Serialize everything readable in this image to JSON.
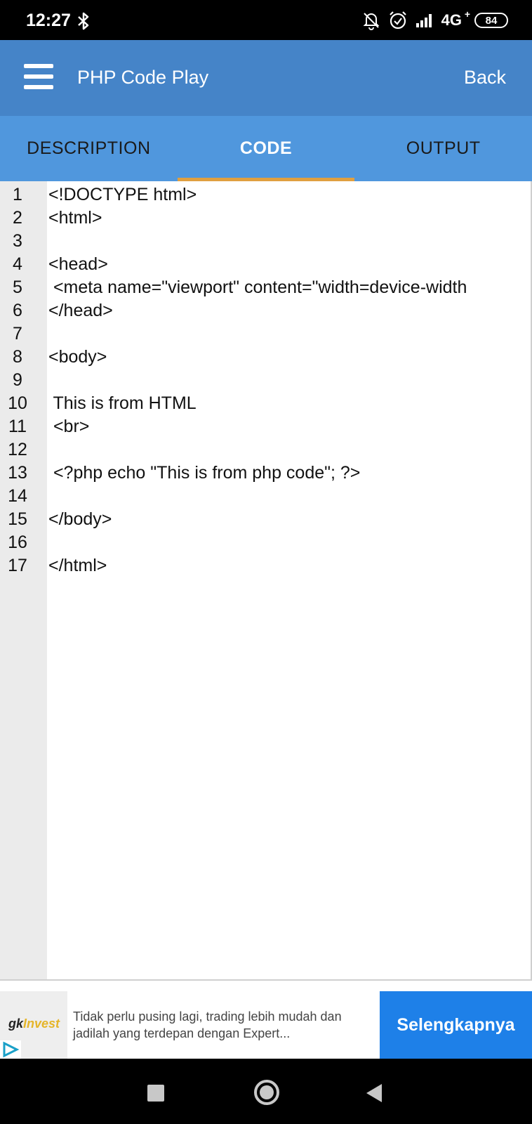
{
  "status_bar": {
    "time": "12:27",
    "network": "4G",
    "network_sup": "+",
    "battery": "84",
    "icons": [
      "bluetooth-icon",
      "mute-bell-icon",
      "alarm-icon",
      "signal-icon"
    ]
  },
  "app_bar": {
    "title": "PHP Code Play",
    "back_label": "Back"
  },
  "tabs": [
    {
      "label": "DESCRIPTION",
      "active": false
    },
    {
      "label": "CODE",
      "active": true
    },
    {
      "label": "OUTPUT",
      "active": false
    }
  ],
  "code": {
    "lines": [
      {
        "n": "1",
        "text": "<!DOCTYPE html>"
      },
      {
        "n": "2",
        "text": "<html>"
      },
      {
        "n": "3",
        "text": ""
      },
      {
        "n": "4",
        "text": "<head>"
      },
      {
        "n": "5",
        "text": " <meta name=\"viewport\" content=\"width=device-width"
      },
      {
        "n": "6",
        "text": "</head>"
      },
      {
        "n": "7",
        "text": ""
      },
      {
        "n": "8",
        "text": "<body>"
      },
      {
        "n": "9",
        "text": ""
      },
      {
        "n": "10",
        "text": " This is from HTML"
      },
      {
        "n": "11",
        "text": " <br>"
      },
      {
        "n": "12",
        "text": ""
      },
      {
        "n": "13",
        "text": " <?php echo \"This is from php code\"; ?>"
      },
      {
        "n": "14",
        "text": ""
      },
      {
        "n": "15",
        "text": "</body>"
      },
      {
        "n": "16",
        "text": ""
      },
      {
        "n": "17",
        "text": "</html>"
      }
    ]
  },
  "ad": {
    "brand_prefix": "gk",
    "brand_suffix": "Invest",
    "text": "Tidak perlu pusing lagi, trading lebih mudah dan jadilah yang terdepan dengan Expert...",
    "cta": "Selengkapnya"
  },
  "colors": {
    "app_bar": "#4584c8",
    "tabs": "#5097dd",
    "tab_indicator": "#e0a040",
    "cta": "#1e80e8"
  }
}
